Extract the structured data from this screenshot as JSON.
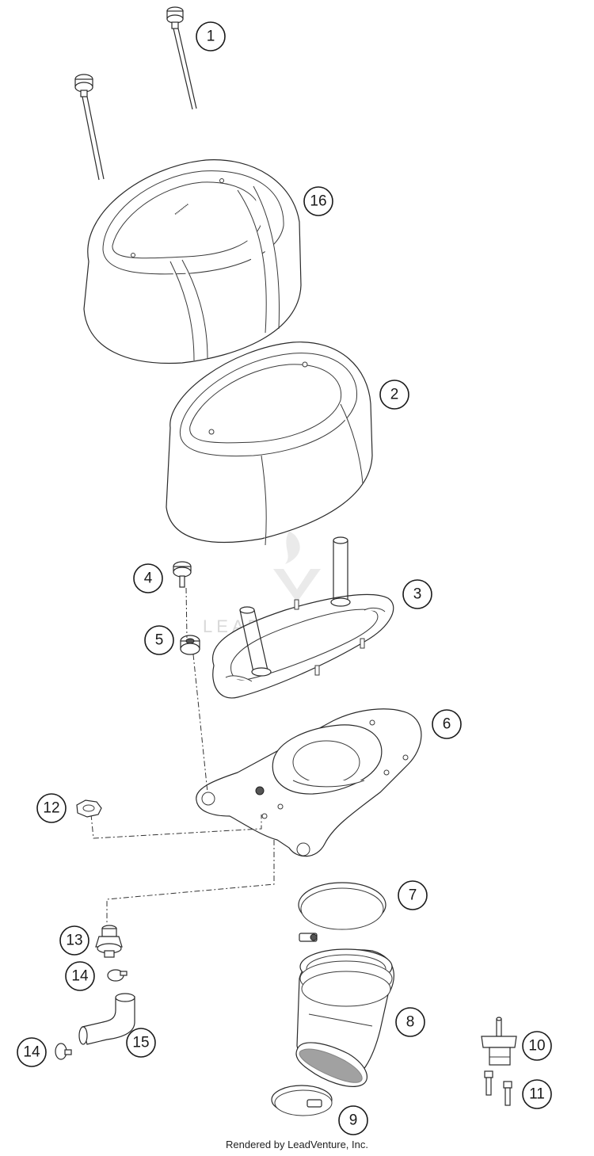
{
  "callouts": [
    {
      "id": "1",
      "label": "1"
    },
    {
      "id": "16",
      "label": "16"
    },
    {
      "id": "2",
      "label": "2"
    },
    {
      "id": "4",
      "label": "4"
    },
    {
      "id": "3",
      "label": "3"
    },
    {
      "id": "5",
      "label": "5"
    },
    {
      "id": "6",
      "label": "6"
    },
    {
      "id": "12",
      "label": "12"
    },
    {
      "id": "7",
      "label": "7"
    },
    {
      "id": "13",
      "label": "13"
    },
    {
      "id": "14a",
      "label": "14"
    },
    {
      "id": "8",
      "label": "8"
    },
    {
      "id": "15",
      "label": "15"
    },
    {
      "id": "10",
      "label": "10"
    },
    {
      "id": "14b",
      "label": "14"
    },
    {
      "id": "11",
      "label": "11"
    },
    {
      "id": "9",
      "label": "9"
    }
  ],
  "watermark": {
    "text": "LEADVENTURE"
  },
  "footer": {
    "text": "Rendered by LeadVenture, Inc."
  }
}
